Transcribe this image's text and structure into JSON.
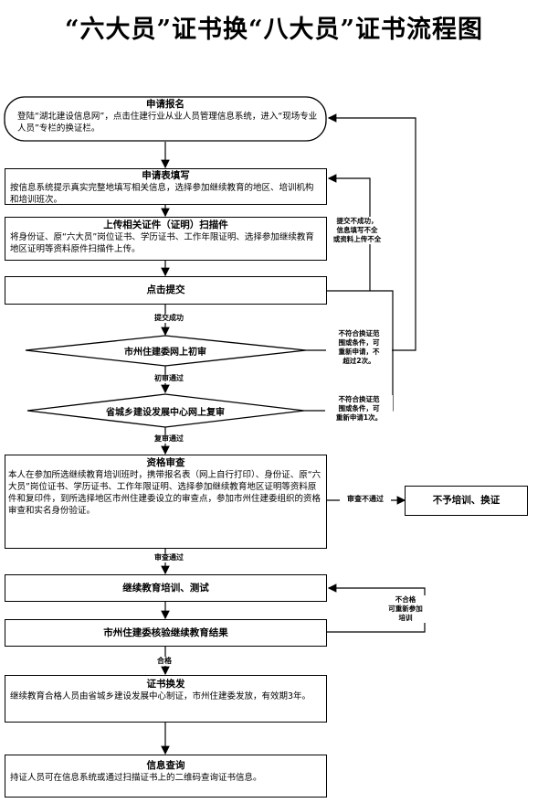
{
  "title": "“六大员”证书换“八大员”证书流程图",
  "steps": {
    "apply": {
      "heading": "申请报名",
      "text": "登陆“湖北建设信息网”，点击住建行业从业人员管理信息系统，进入“现场专业人员”专栏的换证栏。"
    },
    "form": {
      "heading": "申请表填写",
      "text": "按信息系统提示真实完整地填写相关信息，选择参加继续教育的地区、培训机构和培训班次。"
    },
    "upload": {
      "heading": "上传相关证件（证明）扫描件",
      "text": "将身份证、原“六大员”岗位证书、学历证书、工作年限证明、选择参加继续教育地区证明等资料原件扫描件上传。"
    },
    "submit": {
      "label": "点击提交"
    },
    "first_review": {
      "label": "市州住建委网上初审"
    },
    "second_review": {
      "label": "省城乡建设发展中心网上复审"
    },
    "qualification": {
      "heading": "资格审查",
      "text": "本人在参加所选继续教育培训班时，携带报名表（网上自行打印）、身份证、原“六大员”岗位证书、学历证书、工作年限证明、选择参加继续教育地区证明等资料原件和复印件，到所选择地区市州住建委设立的审查点，参加市州住建委组织的资格审查和实名身份验证。"
    },
    "reject": {
      "label": "不予培训、换证"
    },
    "training": {
      "label": "继续教育培训、测试"
    },
    "verify": {
      "label": "市州住建委核验继续教育结果"
    },
    "issue": {
      "heading": "证书换发",
      "text": "继续教育合格人员由省城乡建设发展中心制证，市州住建委发放，有效期3年。"
    },
    "query": {
      "heading": "信息查询",
      "text": "持证人员可在信息系统或通过扫描证书上的二维码查询证书信息。"
    }
  },
  "edge_labels": {
    "submit_ok": "提交成功",
    "first_pass": "初审通过",
    "second_pass": "复审通过",
    "qual_pass": "审查通过",
    "qual_fail": "审查不通过",
    "pass": "合格"
  },
  "notes": {
    "submit_fail": [
      "提交不成功，",
      "信息填写不全",
      "或资料上传不全"
    ],
    "first_fail": [
      "不符合换证范",
      "围或条件，可",
      "重新申请，不",
      "超过2次。"
    ],
    "second_fail": [
      "不符合换证范",
      "围或条件，可",
      "重新申请1次。"
    ],
    "retrain": [
      "不合格",
      "可重新参加",
      "培训"
    ]
  }
}
